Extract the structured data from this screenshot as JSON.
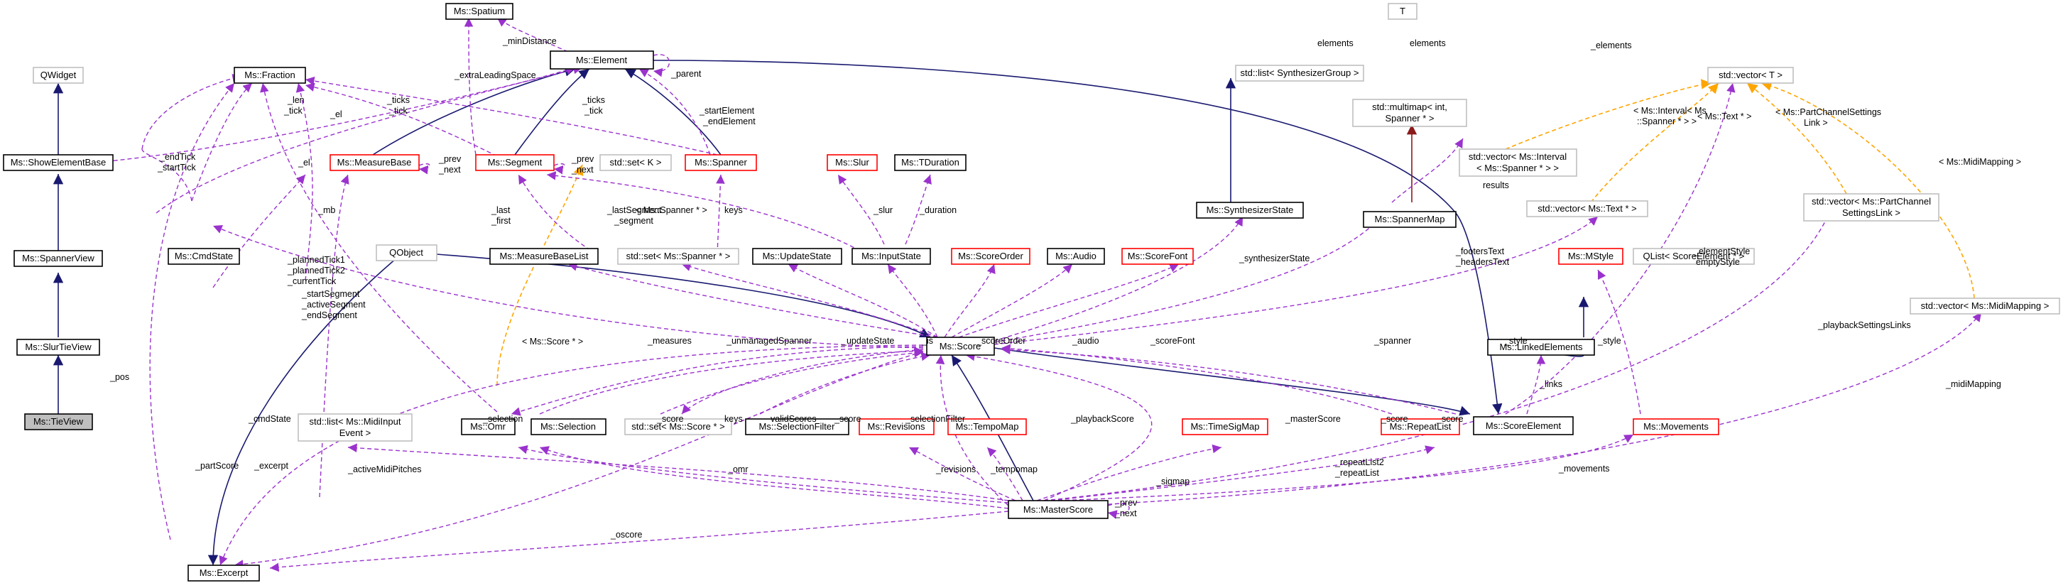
{
  "nodes": [
    {
      "id": "tieview",
      "lines": [
        "Ms::TieView"
      ],
      "style": "focus"
    },
    {
      "id": "slurtieview",
      "lines": [
        "Ms::SlurTieView"
      ],
      "style": "normal"
    },
    {
      "id": "spannerview",
      "lines": [
        "Ms::SpannerView"
      ],
      "style": "normal"
    },
    {
      "id": "showelementbase",
      "lines": [
        "Ms::ShowElementBase"
      ],
      "style": "normal"
    },
    {
      "id": "qwidget",
      "lines": [
        "QWidget"
      ],
      "style": "gray"
    },
    {
      "id": "fraction",
      "lines": [
        "Ms::Fraction"
      ],
      "style": "normal"
    },
    {
      "id": "cmdstate",
      "lines": [
        "Ms::CmdState"
      ],
      "style": "normal"
    },
    {
      "id": "measurebase",
      "lines": [
        "Ms::MeasureBase"
      ],
      "style": "red"
    },
    {
      "id": "segment",
      "lines": [
        "Ms::Segment"
      ],
      "style": "red"
    },
    {
      "id": "spatium",
      "lines": [
        "Ms::Spatium"
      ],
      "style": "normal"
    },
    {
      "id": "element",
      "lines": [
        "Ms::Element"
      ],
      "style": "normal"
    },
    {
      "id": "spanner",
      "lines": [
        "Ms::Spanner"
      ],
      "style": "red"
    },
    {
      "id": "setk",
      "lines": [
        "std::set< K >"
      ],
      "style": "gray"
    },
    {
      "id": "slur",
      "lines": [
        "Ms::Slur"
      ],
      "style": "red"
    },
    {
      "id": "tduration",
      "lines": [
        "Ms::TDuration"
      ],
      "style": "normal"
    },
    {
      "id": "qobject",
      "lines": [
        "QObject"
      ],
      "style": "gray"
    },
    {
      "id": "measurebaselist",
      "lines": [
        "Ms::MeasureBaseList"
      ],
      "style": "normal"
    },
    {
      "id": "setspanner",
      "lines": [
        "std::set< Ms::Spanner * >"
      ],
      "style": "gray"
    },
    {
      "id": "updatestate",
      "lines": [
        "Ms::UpdateState"
      ],
      "style": "normal"
    },
    {
      "id": "inputstate",
      "lines": [
        "Ms::InputState"
      ],
      "style": "normal"
    },
    {
      "id": "scoreorder",
      "lines": [
        "Ms::ScoreOrder"
      ],
      "style": "red"
    },
    {
      "id": "audio",
      "lines": [
        "Ms::Audio"
      ],
      "style": "normal"
    },
    {
      "id": "scorefont",
      "lines": [
        "Ms::ScoreFont"
      ],
      "style": "red"
    },
    {
      "id": "T",
      "lines": [
        "T"
      ],
      "style": "gray"
    },
    {
      "id": "listsynth",
      "lines": [
        "std::list< SynthesizerGroup >"
      ],
      "style": "gray"
    },
    {
      "id": "multimap",
      "lines": [
        "std::multimap< int,",
        "Spanner * >"
      ],
      "style": "gray"
    },
    {
      "id": "vectorT",
      "lines": [
        "std::vector< T >"
      ],
      "style": "gray"
    },
    {
      "id": "synthstate",
      "lines": [
        "Ms::SynthesizerState"
      ],
      "style": "normal"
    },
    {
      "id": "vecinterval",
      "lines": [
        "std::vector< Ms::Interval",
        "< Ms::Spanner * > >"
      ],
      "style": "gray"
    },
    {
      "id": "vectext",
      "lines": [
        "std::vector< Ms::Text * >"
      ],
      "style": "gray"
    },
    {
      "id": "spannermap",
      "lines": [
        "Ms::SpannerMap"
      ],
      "style": "normal"
    },
    {
      "id": "mstyle",
      "lines": [
        "Ms::MStyle"
      ],
      "style": "red"
    },
    {
      "id": "qlist",
      "lines": [
        "QList< ScoreElement * >"
      ],
      "style": "gray"
    },
    {
      "id": "vecpartchannel",
      "lines": [
        "std::vector< Ms::PartChannel",
        "SettingsLink >"
      ],
      "style": "gray"
    },
    {
      "id": "vecmidimapping",
      "lines": [
        "std::vector< Ms::MidiMapping >"
      ],
      "style": "gray"
    },
    {
      "id": "score",
      "lines": [
        "Ms::Score"
      ],
      "style": "normal"
    },
    {
      "id": "linkedelements",
      "lines": [
        "Ms::LinkedElements"
      ],
      "style": "normal"
    },
    {
      "id": "movements",
      "lines": [
        "Ms::Movements"
      ],
      "style": "red"
    },
    {
      "id": "listmidi",
      "lines": [
        "std::list< Ms::MidiInput",
        "Event >"
      ],
      "style": "gray"
    },
    {
      "id": "omr",
      "lines": [
        "Ms::Omr"
      ],
      "style": "normal"
    },
    {
      "id": "selection",
      "lines": [
        "Ms::Selection"
      ],
      "style": "normal"
    },
    {
      "id": "setscore",
      "lines": [
        "std::set< Ms::Score * >"
      ],
      "style": "gray"
    },
    {
      "id": "selectionfilter",
      "lines": [
        "Ms::SelectionFilter"
      ],
      "style": "normal"
    },
    {
      "id": "revisions",
      "lines": [
        "Ms::Revisions"
      ],
      "style": "red"
    },
    {
      "id": "tempomap",
      "lines": [
        "Ms::TempoMap"
      ],
      "style": "red"
    },
    {
      "id": "timesigmap",
      "lines": [
        "Ms::TimeSigMap"
      ],
      "style": "red"
    },
    {
      "id": "repeatlist",
      "lines": [
        "Ms::RepeatList"
      ],
      "style": "red"
    },
    {
      "id": "scoreelement",
      "lines": [
        "Ms::ScoreElement"
      ],
      "style": "normal"
    },
    {
      "id": "masterscore",
      "lines": [
        "Ms::MasterScore"
      ],
      "style": "normal"
    },
    {
      "id": "excerpt",
      "lines": [
        "Ms::Excerpt"
      ],
      "style": "normal"
    }
  ],
  "edge_labels": {
    "minDistance": "_minDistance",
    "parent": "_parent",
    "extraLeadingSpace": "_extraLeadingSpace",
    "len_tick": [
      "_len",
      "_tick"
    ],
    "el": "_el",
    "ticks_tick_seg": [
      "_ticks",
      "_tick"
    ],
    "ticks_tick_el": [
      "_ticks",
      "_tick"
    ],
    "prev_next_mb": [
      "_prev",
      "_next"
    ],
    "prev_next_seg": [
      "_prev",
      "_next"
    ],
    "start_end_element": [
      "_startElement",
      "_endElement"
    ],
    "endTick_startTick": [
      "_endTick",
      "_startTick"
    ],
    "el2": "_el",
    "mb": "_mb",
    "last_first": [
      "_last",
      "_first"
    ],
    "lastSegment_segment": [
      "_lastSegment",
      "_segment"
    ],
    "spanner_ptr": "< Ms::Spanner * >",
    "keys1": "keys",
    "slur": "_slur",
    "duration": "_duration",
    "pos": "_pos",
    "planned": [
      "_plannedTick1",
      "_plannedTick2",
      "_currentTick"
    ],
    "segments": [
      "_startSegment",
      "_activeSegment",
      "_endSegment"
    ],
    "score_ptr": "< Ms::Score * >",
    "measures": "_measures",
    "unmanagedSpanner": "_unmanagedSpanner",
    "updateState": "_updateState",
    "is": "_is",
    "scoreOrder": "_scoreOrder",
    "audio": "_audio",
    "scoreFont": "_scoreFont",
    "elements1": "_elements",
    "elements2": "elements",
    "elements3": "elements",
    "interval_spanner": [
      "< Ms::Interval< Ms",
      "::Spanner * > >"
    ],
    "text_ptr": "< Ms::Text * >",
    "partchannel": [
      "< Ms::PartChannelSettings",
      "Link >"
    ],
    "midimapping": "< Ms::MidiMapping >",
    "results": "results",
    "synthState": "_synthesizerState",
    "spanner": "_spanner",
    "footers": [
      "_footersText",
      "_headersText"
    ],
    "style1": "_style",
    "elementStyle": [
      "_elementStyle",
      "emptyStyle"
    ],
    "style2": "_style",
    "playbackSettingsLinks": "_playbackSettingsLinks",
    "midiMapping": "_midiMapping",
    "links": "_links",
    "score1": "_score",
    "score2": "_score",
    "score3": "_score",
    "cmdState": "_cmdState",
    "selection": "_selection",
    "keys2": "keys",
    "validScores": "validScores",
    "selectionFilter": "_selectionFilter",
    "partScore": "_partScore",
    "excerpt": "_excerpt",
    "activeMidiPitches": "_activeMidiPitches",
    "omr": "_omr",
    "revisions": "_revisions",
    "tempomap": "_tempomap",
    "sigmap": "_sigmap",
    "repeatList": [
      "_repeatList2",
      "_repeatList"
    ],
    "movements": "_movements",
    "playbackScore": "_playbackScore",
    "masterScore": "_masterScore",
    "prev_next_ms": [
      "_prev",
      "_next"
    ],
    "oscore": "_oscore"
  },
  "colors": {
    "member": "#9a32cd",
    "inherit": "#191970",
    "template": "#ffa500",
    "private": "#8b1a1a",
    "red_border": "#ff0000",
    "gray_border": "#bfbfbf",
    "focus_fill": "#bfbfbf"
  }
}
